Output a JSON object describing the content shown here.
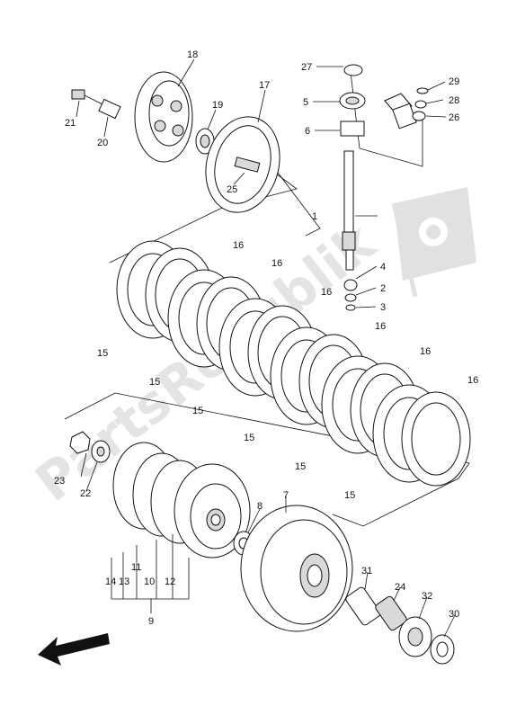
{
  "watermark": "PartsRepublik",
  "callouts": [
    "1",
    "2",
    "3",
    "4",
    "5",
    "6",
    "7",
    "8",
    "9",
    "10",
    "11",
    "12",
    "13",
    "14",
    "15",
    "16",
    "17",
    "18",
    "19",
    "20",
    "21",
    "22",
    "23",
    "24",
    "25",
    "26",
    "27",
    "28",
    "29",
    "30",
    "31",
    "32"
  ],
  "icons": [
    "gear-flag-watermark-icon",
    "direction-arrow-icon"
  ]
}
